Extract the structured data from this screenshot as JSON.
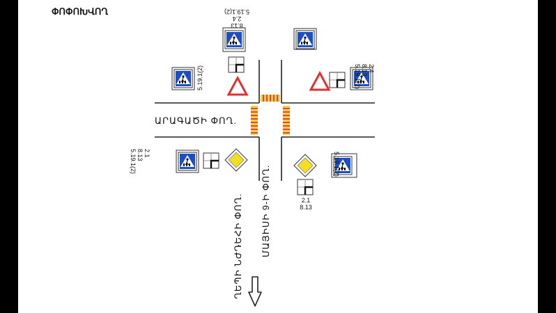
{
  "title": "ՓՈՓՈԽՎՈՂ",
  "streets": {
    "west": "ԱՐԱԳԱԾԻ ՓՈՂ.",
    "south_center": "ՄԱՅԻՍԻ 9-Ի ՓՈՂ.",
    "south_left": "ՂԵՊԻ ՆԺԴԵՀԻ ՓՈՂ."
  },
  "sign_labels": {
    "nw_top_1": "5.19.1(2)",
    "nw_top_2": "2.4",
    "nw_top_3": "8.13",
    "nw_left": "5.19.1(2)",
    "ne_top": "5.19.1(2)",
    "ne_right_1": "2.4",
    "ne_right_2": "8.13",
    "ne_right_3": "5.19.1(2)",
    "sw_1": "2.1",
    "sw_2": "8.13",
    "sw_3": "5.19.1(2)",
    "se_right": "5.19.1(2)",
    "se_bottom_1": "2.1",
    "se_bottom_2": "8.13"
  },
  "colors": {
    "sign_blue": "#1c4fc4",
    "warning_red": "#e03131",
    "priority_yellow": "#f6dd21",
    "crosswalk_red": "#e8443b",
    "crosswalk_yellow": "#f1d24a",
    "road_line": "#222222"
  },
  "icons": {
    "pedestrian_crossing": "pedestrian-crossing-icon",
    "give_way": "yield-triangle-icon",
    "priority_road": "priority-road-diamond-icon",
    "direction_plate": "intersection-plate-icon",
    "down_arrow": "down-arrow-icon"
  }
}
